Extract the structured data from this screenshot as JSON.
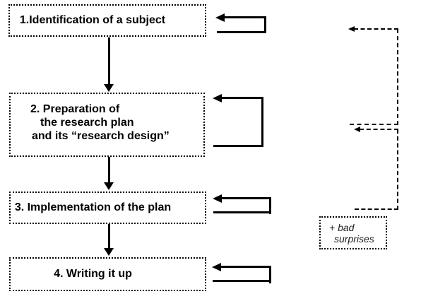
{
  "canvas": {
    "background": "#ffffff",
    "ink": "#000000"
  },
  "flow": {
    "steps": [
      {
        "label": "1.Identification of a subject"
      },
      {
        "lines": [
          "2. Preparation of",
          "the research plan",
          "and its “research design”"
        ]
      },
      {
        "label": "3. Implementation of the plan"
      },
      {
        "label": "4. Writing it up"
      }
    ]
  },
  "annotation": {
    "line1": "+ bad",
    "line2": "surprises"
  },
  "icons": {
    "down_arrow": "filled triangle pointing down",
    "left_arrow": "filled triangle pointing left"
  }
}
